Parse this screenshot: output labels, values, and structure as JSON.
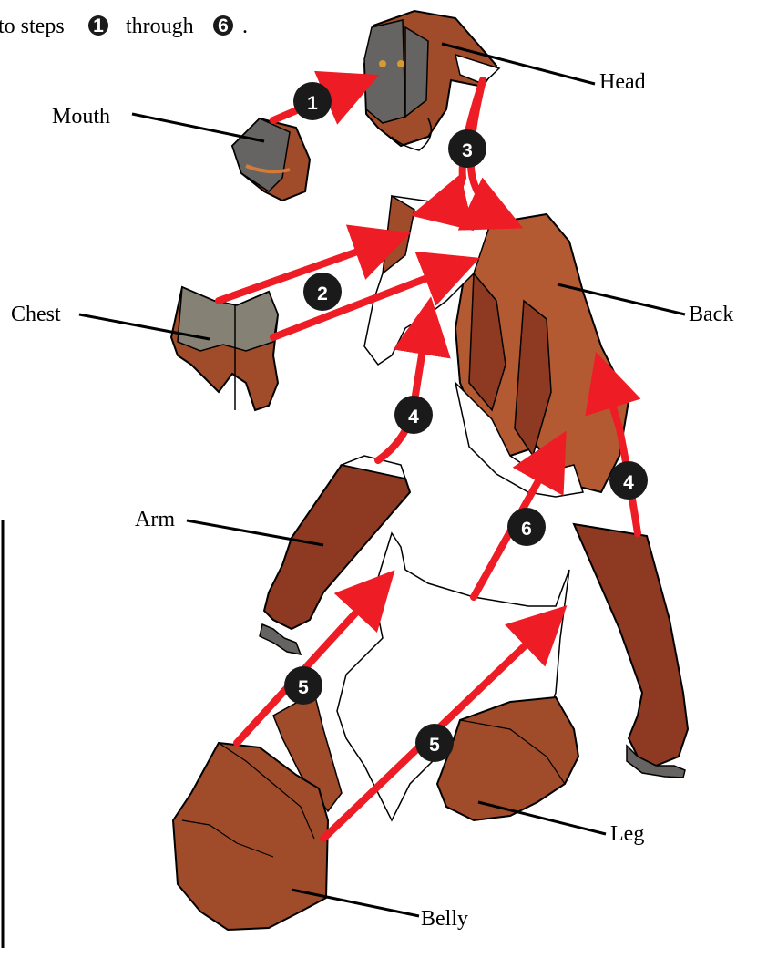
{
  "header": {
    "text_before": "to steps",
    "text_middle": "through",
    "text_after": ".",
    "first_step": "1",
    "last_step": "6"
  },
  "labels": {
    "head": "Head",
    "mouth": "Mouth",
    "chest": "Chest",
    "back": "Back",
    "arm": "Arm",
    "leg": "Leg",
    "belly": "Belly"
  },
  "steps": [
    "1",
    "2",
    "3",
    "4",
    "4",
    "5",
    "5",
    "6"
  ],
  "colors": {
    "fur_dark": "#8e3a22",
    "fur_mid": "#a04c2a",
    "fur_light": "#b35a33",
    "face_gray": "#666462",
    "chest_gray": "#858175",
    "arrow_red": "#ee1c25",
    "badge": "#1a1a1a"
  }
}
